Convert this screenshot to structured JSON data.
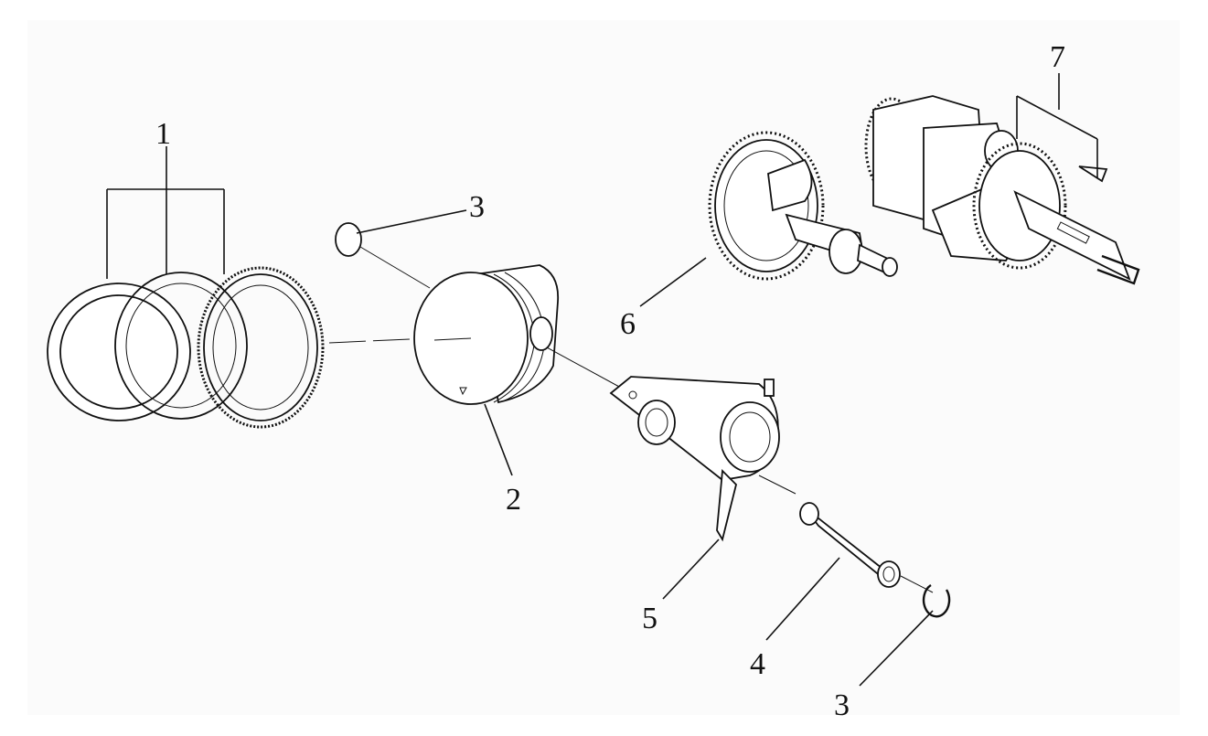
{
  "diagram": {
    "callouts": [
      {
        "id": "c1",
        "label": "1"
      },
      {
        "id": "c2",
        "label": "2"
      },
      {
        "id": "c3a",
        "label": "3"
      },
      {
        "id": "c3b",
        "label": "3"
      },
      {
        "id": "c4",
        "label": "4"
      },
      {
        "id": "c5",
        "label": "5"
      },
      {
        "id": "c6",
        "label": "6"
      },
      {
        "id": "c7",
        "label": "7"
      }
    ]
  }
}
